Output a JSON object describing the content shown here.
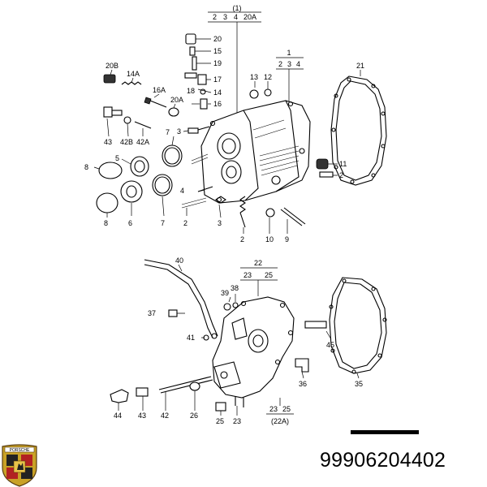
{
  "diagram": {
    "part_number": "99906204402",
    "logo_text": "PORSCHE",
    "headers": {
      "top": {
        "group": "(1)",
        "items": [
          "2",
          "3",
          "4",
          "20A"
        ]
      },
      "right": {
        "group": "1",
        "items": [
          "2",
          "3",
          "4"
        ]
      },
      "lower": {
        "group": "22",
        "items": [
          "23",
          "25"
        ]
      },
      "bottom": {
        "items": [
          "23",
          "25"
        ],
        "group": "(22A)"
      }
    },
    "labels": {
      "p20": "20",
      "p15": "15",
      "p19": "19",
      "p17": "17",
      "p18": "18",
      "p14": "14",
      "p16r": "16",
      "p20B": "20B",
      "p14A": "14A",
      "p16A": "16A",
      "p20A": "20A",
      "p43u": "43",
      "p42B": "42B",
      "p42A": "42A",
      "p7a": "7",
      "p3a": "3",
      "p5": "5",
      "p8a": "8",
      "p8b": "8",
      "p6": "6",
      "p7b": "7",
      "p4": "4",
      "p2a": "2",
      "p3b": "3",
      "p2b": "2",
      "p10": "10",
      "p9": "9",
      "p11": "11",
      "p2c": "2",
      "p13": "13",
      "p12": "12",
      "p21": "21",
      "p40": "40",
      "p39": "39",
      "p38": "38",
      "p37": "37",
      "p41": "41",
      "p45": "45",
      "p36": "36",
      "p35": "35",
      "p44": "44",
      "p43l": "43",
      "p42l": "42",
      "p26": "26",
      "p25": "25",
      "p23": "23"
    }
  }
}
